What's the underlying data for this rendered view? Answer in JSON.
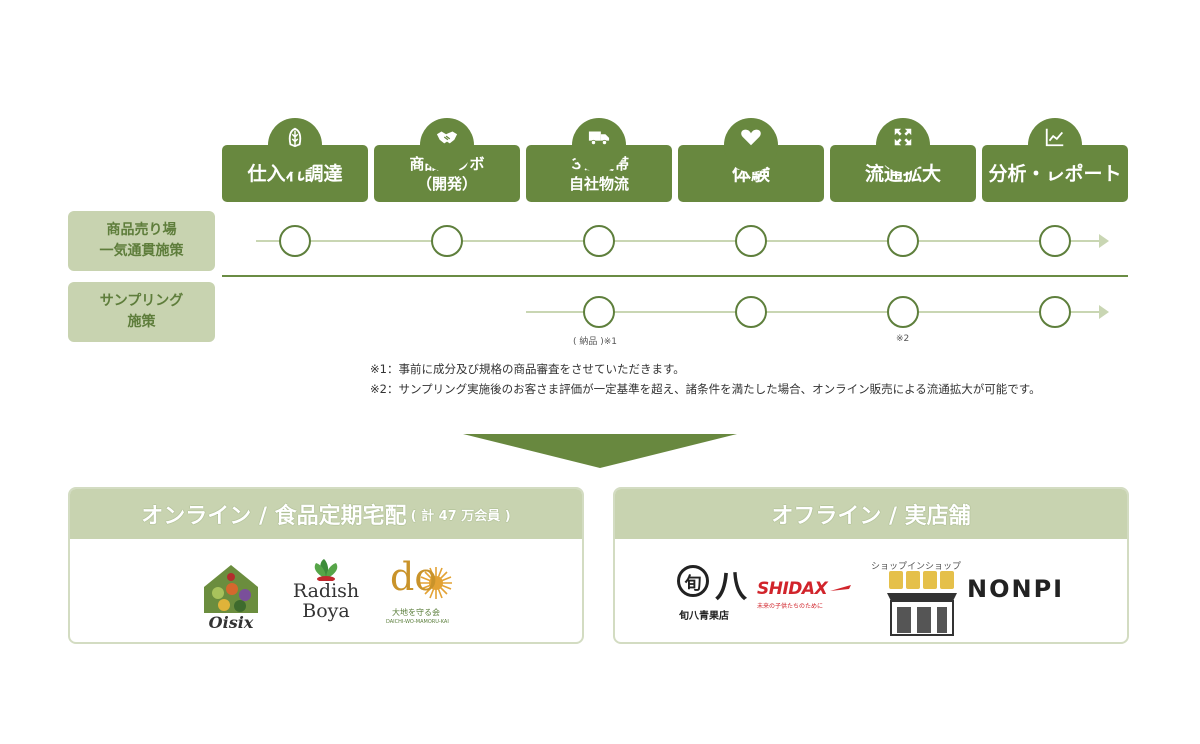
{
  "steps": [
    {
      "label": "仕入れ調達",
      "icon": "vegetable-icon"
    },
    {
      "label": "商品コラボ\n（開発）",
      "icon": "handshake-icon"
    },
    {
      "label": "３温度帯\n自社物流",
      "icon": "truck-icon"
    },
    {
      "label": "体験",
      "icon": "heart-icon"
    },
    {
      "label": "流通拡大",
      "icon": "expand-arrows-icon"
    },
    {
      "label": "分析・レポート",
      "icon": "line-chart-icon"
    }
  ],
  "rows": [
    {
      "label": "商品売り場\n一気通貫施策"
    },
    {
      "label": "サンプリング\n施策"
    }
  ],
  "node_notes": {
    "noukin": "( 納品 )※1",
    "expand": "※2"
  },
  "notes": [
    "※1：事前に成分及び規格の商品審査をさせていただきます。",
    "※2：サンプリング実施後のお客さま評価が一定基準を超え、諸条件を満たした場合、オンライン販売による流通拡大が可能です。"
  ],
  "online": {
    "title": "オンライン / 食品定期宅配",
    "subtitle": "( 計 47 万会員 )",
    "logos": {
      "oisix": "Oisix",
      "radish_line1": "Radish",
      "radish_line2": "Boya",
      "daichi_mark": "do",
      "daichi_jp": "大地を守る会",
      "daichi_en": "DAICHI-WO-MAMORU-KAI"
    }
  },
  "offline": {
    "title": "オフライン / 実店舗",
    "logos": {
      "shunpachi_mark": "旬",
      "shunpachi_kanji": "八",
      "shunpachi_name": "旬八青果店",
      "shidax": "SHIDAX",
      "shidax_tagline": "未来の子供たちのために",
      "shop_in_shop": "ショップインショップ",
      "nonpi": "NONPI"
    }
  },
  "colors": {
    "primary": "#68883f",
    "light": "#c8d3b0",
    "track": "#c9d6b3"
  }
}
